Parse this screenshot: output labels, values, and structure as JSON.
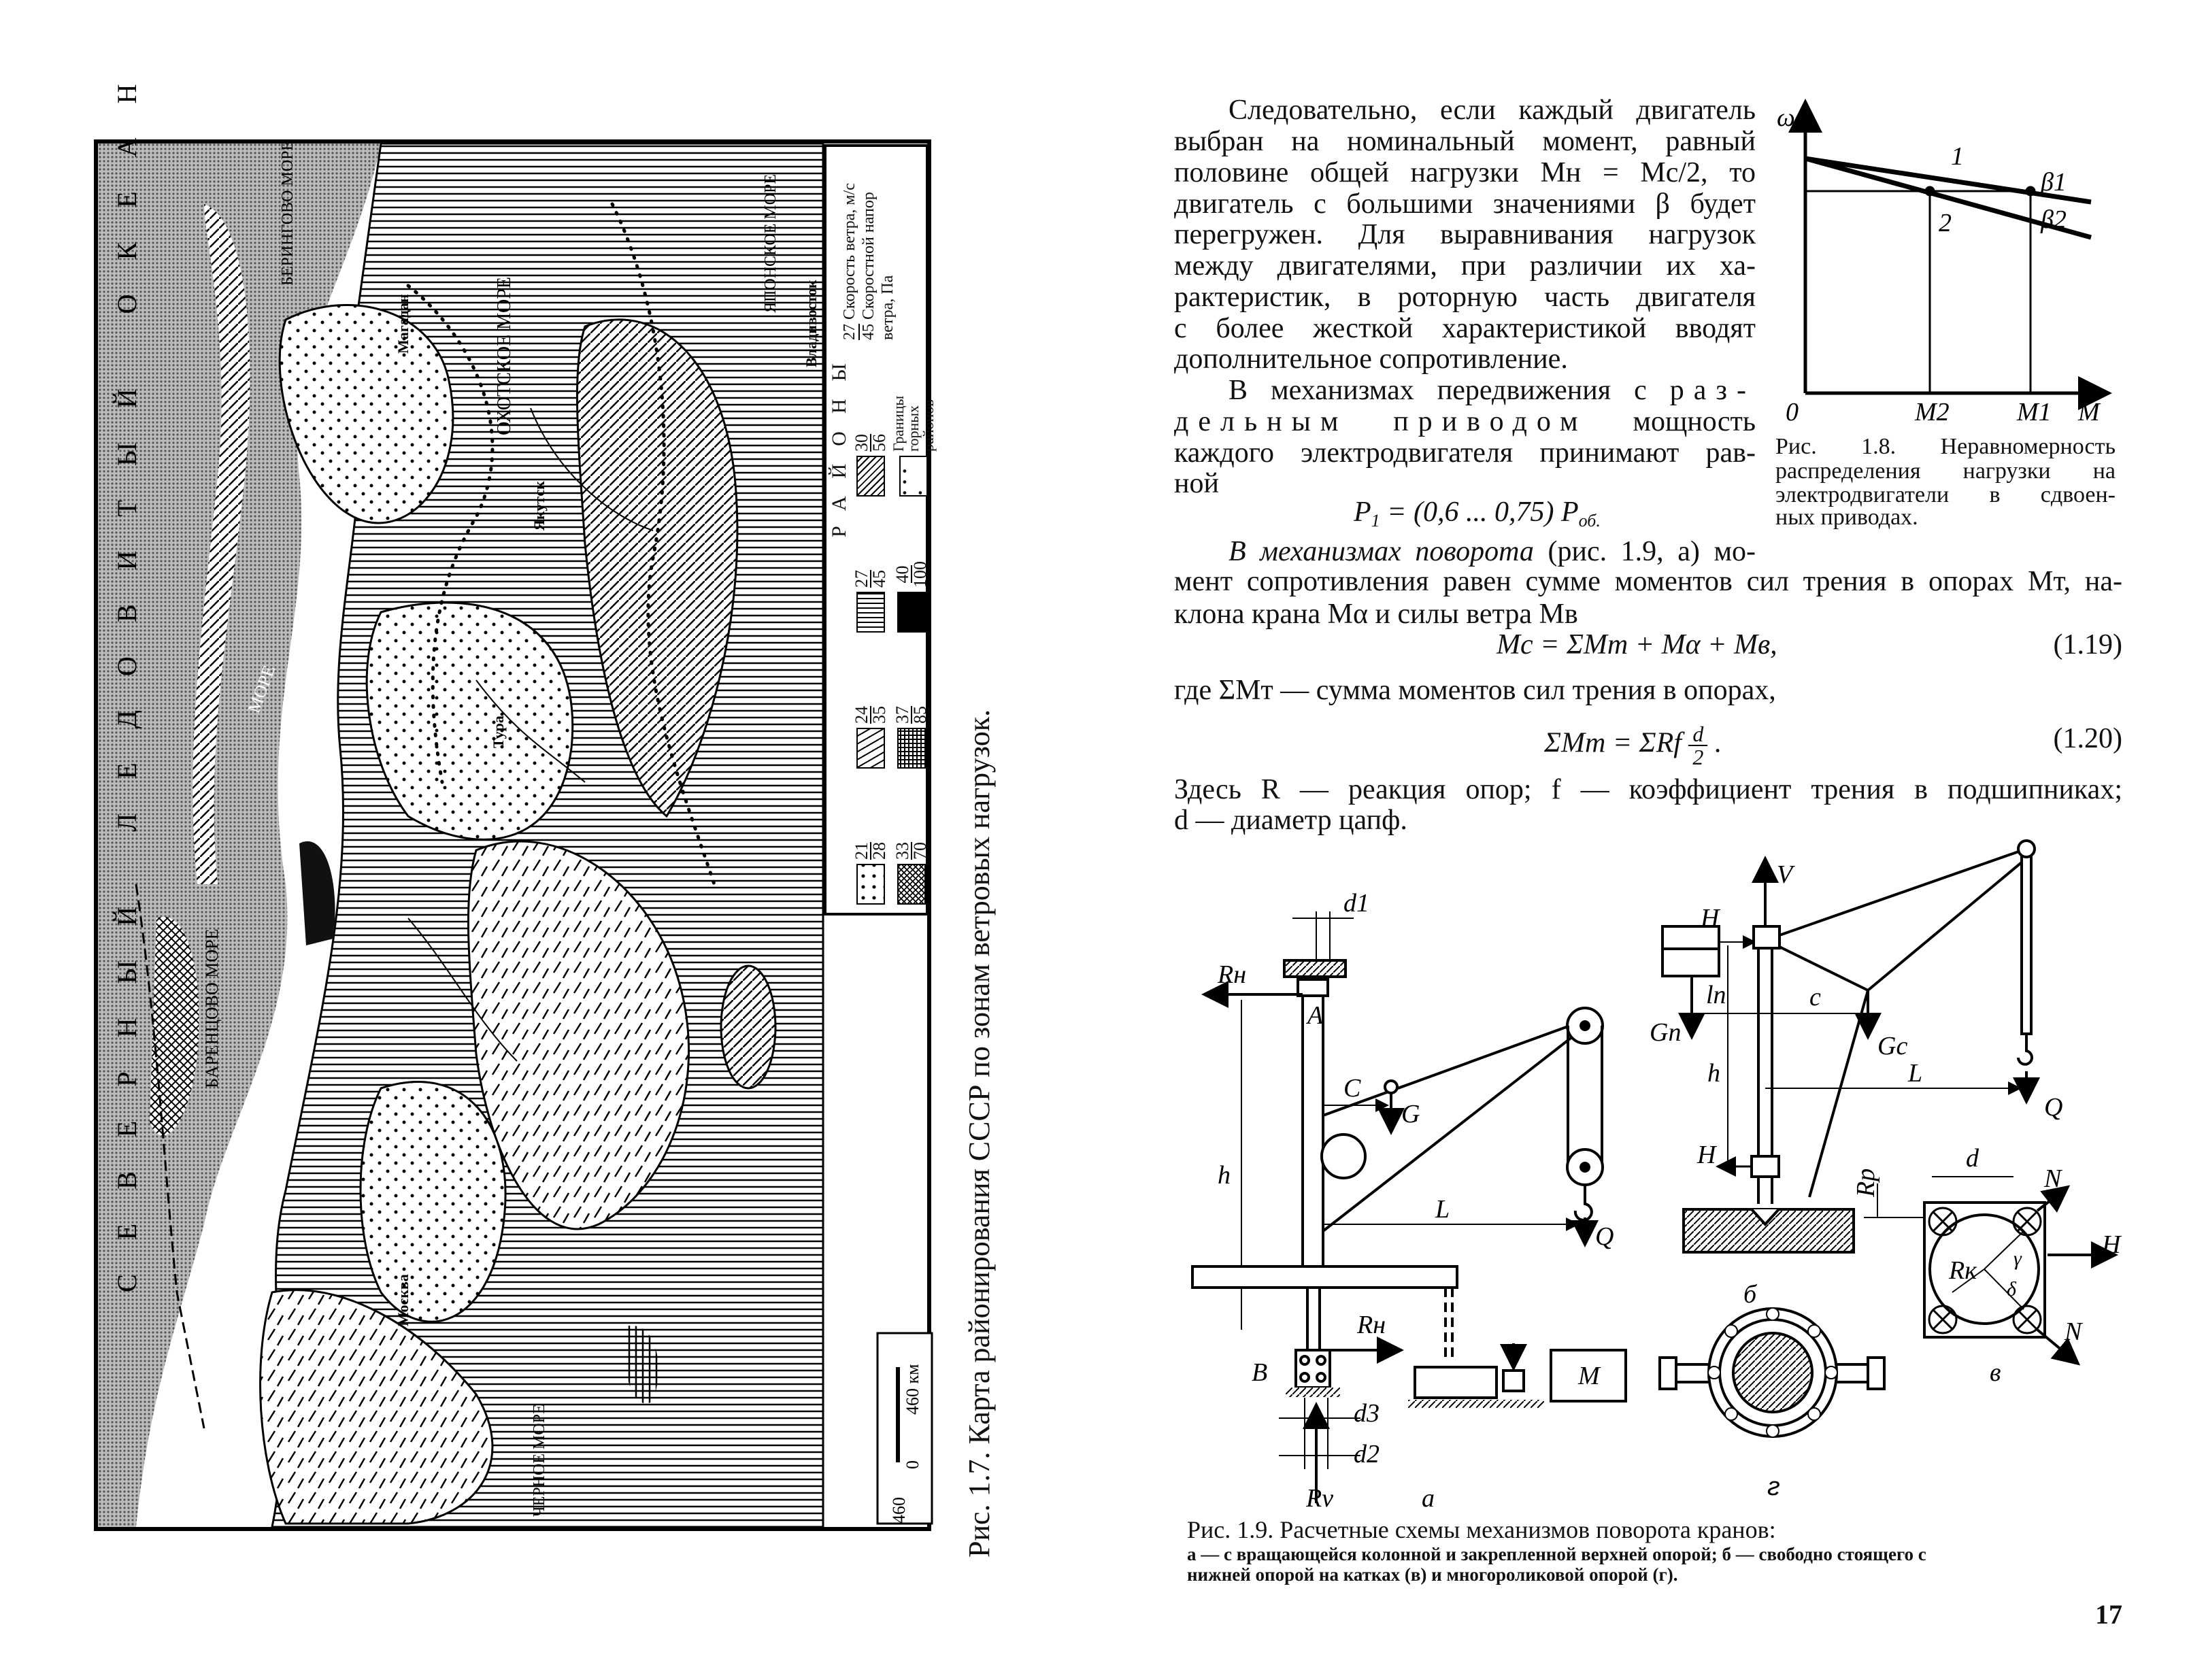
{
  "left_page": {
    "map": {
      "ocean_label": "СЕВЕРНЫЙ ЛЕДОВИТЫЙ ОКЕАН",
      "seas": [
        "БАРЕНЦОВО МОРЕ",
        "БЕРИНГОВО МОРЕ",
        "ОХОТСКОЕ МОРЕ",
        "ЯПОНСКОЕ МОРЕ",
        "ЧЕРНОЕ МОРЕ",
        "МОРЕ"
      ],
      "cities": [
        "Москва",
        "Якутск",
        "Владивосток",
        "Тура",
        "Магадан"
      ],
      "scale": {
        "zero": "0",
        "value": "460 км",
        "side": "460"
      },
      "legend": {
        "title": "РАЙОНЫ",
        "zones": [
          {
            "speed": "21",
            "pressure": "28",
            "pattern": "dots"
          },
          {
            "speed": "24",
            "pressure": "35",
            "pattern": "dashes"
          },
          {
            "speed": "27",
            "pressure": "45",
            "pattern": "vertical-lines"
          },
          {
            "speed": "30",
            "pressure": "56",
            "pattern": "diagonal"
          },
          {
            "speed": "33",
            "pressure": "70",
            "pattern": "crosshatch"
          },
          {
            "speed": "37",
            "pressure": "85",
            "pattern": "grid"
          },
          {
            "speed": "40",
            "pressure": "100",
            "pattern": "solid"
          }
        ],
        "mountain_label": "Границы горных районов",
        "key_speed": "27",
        "key_speed_label": "Скорость ветра, м/с",
        "key_pressure": "45",
        "key_pressure_label": "Скоростной напор ветра, Па"
      }
    },
    "caption": "Рис. 1.7. Карта районирования СССР по зонам ветровых нагрузок."
  },
  "right_page": {
    "para1": [
      "Следовательно, если каждый двигатель",
      "выбран на номинальный момент, равный",
      "половине общей нагрузки Mн = Mс/2, то",
      "двигатель с большими значениями β будет",
      "перегружен. Для выравнивания нагрузок",
      "между двигателями, при различии их ха-",
      "рактеристик, в роторную часть двигателя",
      "с более жесткой характеристикой вводят",
      "дополнительное сопротивление."
    ],
    "para2": {
      "lead": "В механизмах передвижения с",
      "spaced1": "раз-",
      "spaced2": "дельным",
      "spaced3": "приводом",
      "tail2": "мощность",
      "line3": "каждого электродвигателя принимают рав-",
      "line4": "ной",
      "formula": {
        "lhs": "P",
        "lhs_sub": "1",
        "rhs": "= (0,6 ... 0,75) P",
        "rhs_sub": "об."
      }
    },
    "para3": {
      "italic": "В механизмах поворота",
      "rest1": "(рис. 1.9, а) мо-",
      "line2": "мент сопротивления равен сумме моментов сил трения в опорах Mт, на-",
      "line3": "клона крана Mα и силы ветра Mв",
      "eq119": "Mс = ΣMт + Mα + Mв,",
      "eq119_num": "(1.19)",
      "where": "где ΣMт — сумма моментов сил трения в опорах,",
      "eq120_lhs": "ΣMт = ΣRf",
      "eq120_num_top": "d",
      "eq120_num_bot": "2",
      "eq120_num": "(1.20)",
      "line_here": "Здесь R — реакция опор; f — коэффициент трения в подшипниках;",
      "line_d": "d — диаметр цапф."
    },
    "fig18": {
      "y_label": "ω",
      "origin": "0",
      "m2": "M2",
      "m1": "M1",
      "x_label": "M",
      "curve1": "1",
      "curve2": "2",
      "beta1": "β1",
      "beta2": "β2",
      "caption": [
        "Рис. 1.8. Неравномерность",
        "распределения нагрузки на",
        "электродвигатели в сдвоен-",
        "ных приводах."
      ]
    },
    "fig19": {
      "a": {
        "d1": "d1",
        "rh_top": "Rн",
        "A": "A",
        "C": "C",
        "G": "G",
        "h": "h",
        "L": "L",
        "Q": "Q",
        "rh_bot": "Rн",
        "B": "B",
        "d3": "d3",
        "d2": "d2",
        "rv": "Rv",
        "M": "M",
        "label": "а"
      },
      "b": {
        "V": "V",
        "H_top": "H",
        "ln": "lп",
        "c": "c",
        "Gn": "Gп",
        "Gc": "Gc",
        "h": "h",
        "L": "L",
        "Q": "Q",
        "H_bot": "H",
        "label": "б"
      },
      "g": {
        "label": "г"
      },
      "v": {
        "Rp": "Rp",
        "d": "d",
        "N1": "N",
        "Rk": "Rк",
        "gamma": "γ",
        "delta": "δ",
        "H": "H",
        "N2": "N",
        "label": "в"
      },
      "caption": "Рис. 1.9. Расчетные схемы механизмов поворота кранов:",
      "caption_sub1": "а — с вращающейся колонной и закрепленной верхней опорой; б — свободно стоящего с",
      "caption_sub2": "нижней опорой на катках (в) и многороликовой опорой (г)."
    },
    "page_number": "17"
  }
}
